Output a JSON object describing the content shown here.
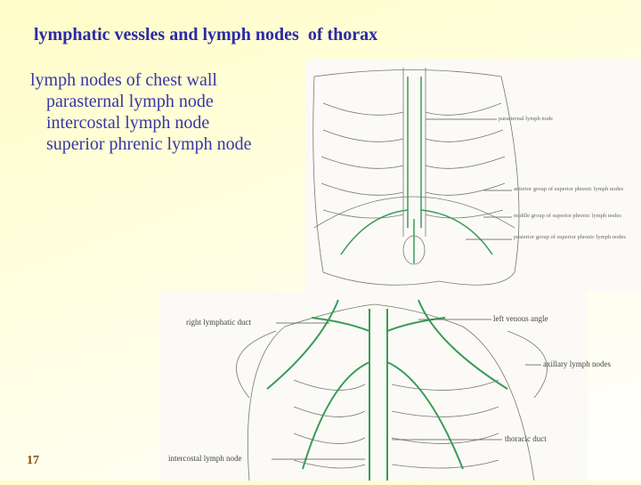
{
  "slide": {
    "title": "lymphatic vessles and lymph nodes  of thorax",
    "bullets": [
      {
        "text": "lymph nodes of chest wall",
        "level": 1
      },
      {
        "text": "parasternal lymph node",
        "level": 2
      },
      {
        "text": "intercostal lymph node",
        "level": 2
      },
      {
        "text": "superior phrenic lymph node",
        "level": 2
      }
    ],
    "page_number": "17"
  },
  "figure_top": {
    "labels": [
      "parasternal lymph node",
      "anterior group of superior phrenic lymph nodes",
      "middle group of superior phrenic lymph nodes",
      "posterior group of superior phrenic lymph nodes"
    ]
  },
  "figure_bottom": {
    "labels": [
      "right lymphatic duct",
      "left venous angle",
      "axillary lymph nodes",
      "thoracic duct",
      "intercostal lymph node"
    ]
  },
  "colors": {
    "title": "#2a2aa6",
    "body": "#3636a8",
    "page_number": "#8a4a00",
    "lymph_vessel": "#3a9a5a"
  }
}
